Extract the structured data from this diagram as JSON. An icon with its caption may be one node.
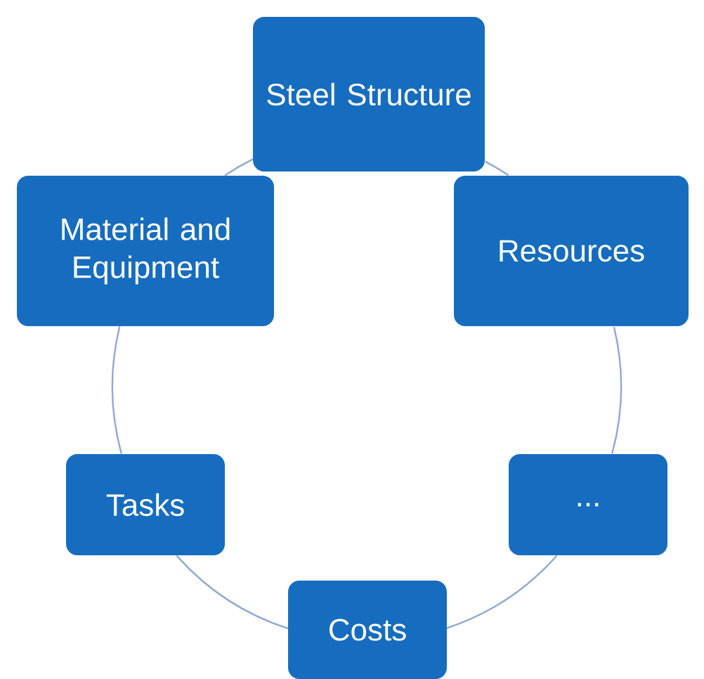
{
  "diagram": {
    "nodes": [
      {
        "text": [
          "Steel Structure"
        ]
      },
      {
        "text": [
          "Material and Equipment"
        ]
      },
      {
        "text": [
          "Resources"
        ]
      },
      {
        "text": [
          "Tasks"
        ]
      },
      {
        "text": [
          "..."
        ]
      },
      {
        "text": [
          "Costs"
        ]
      }
    ],
    "edges": [
      {
        "from": 0,
        "to": 2,
        "arrow": "none"
      },
      {
        "from": 2,
        "to": 4,
        "arrow": "none"
      },
      {
        "from": 4,
        "to": 5,
        "arrow": "none"
      },
      {
        "from": 5,
        "to": 3,
        "arrow": "none"
      },
      {
        "from": 3,
        "to": 1,
        "arrow": "none"
      },
      {
        "from": 1,
        "to": 0,
        "arrow": "none"
      }
    ]
  }
}
